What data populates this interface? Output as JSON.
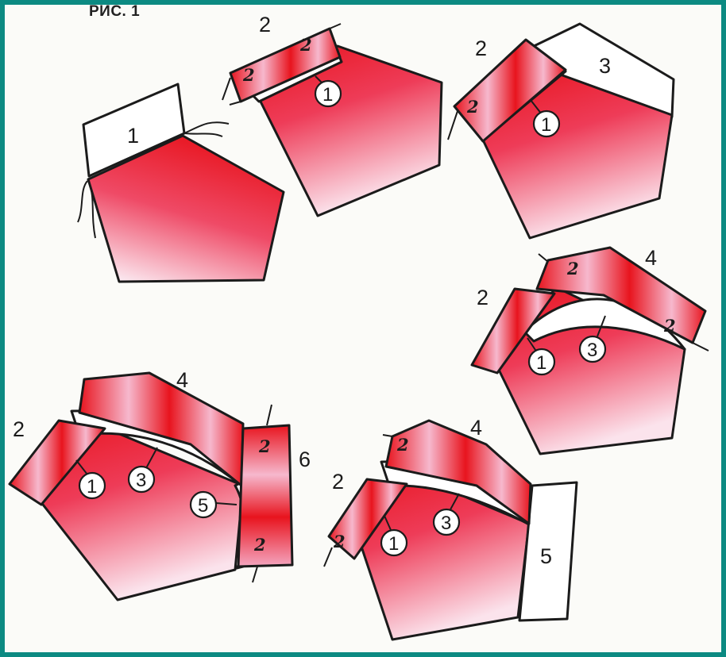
{
  "figure": {
    "label": "РИС. 1"
  },
  "colors": {
    "fabric_red": "#e8141e",
    "fabric_light": "#f8d2e0",
    "background": "#0c8a82",
    "paper": "#fbfbf8"
  },
  "steps": [
    {
      "id": "step1",
      "numbers": [
        "1"
      ]
    },
    {
      "id": "step2",
      "numbers": [
        "2"
      ],
      "circled": [
        "1"
      ],
      "seam_marks": [
        "2",
        "2"
      ]
    },
    {
      "id": "step3",
      "numbers": [
        "2",
        "3"
      ],
      "circled": [
        "1"
      ],
      "seam_marks": [
        "2"
      ]
    },
    {
      "id": "step4",
      "numbers": [
        "2",
        "4"
      ],
      "circled": [
        "1",
        "3"
      ],
      "seam_marks": [
        "2",
        "2"
      ]
    },
    {
      "id": "step5",
      "numbers": [
        "2",
        "4",
        "6"
      ],
      "circled": [
        "1",
        "3",
        "5"
      ],
      "seam_marks": [
        "2",
        "2"
      ]
    },
    {
      "id": "step6",
      "numbers": [
        "2",
        "4",
        "5"
      ],
      "circled": [
        "1",
        "3"
      ],
      "seam_marks": [
        "2",
        "2"
      ]
    }
  ]
}
